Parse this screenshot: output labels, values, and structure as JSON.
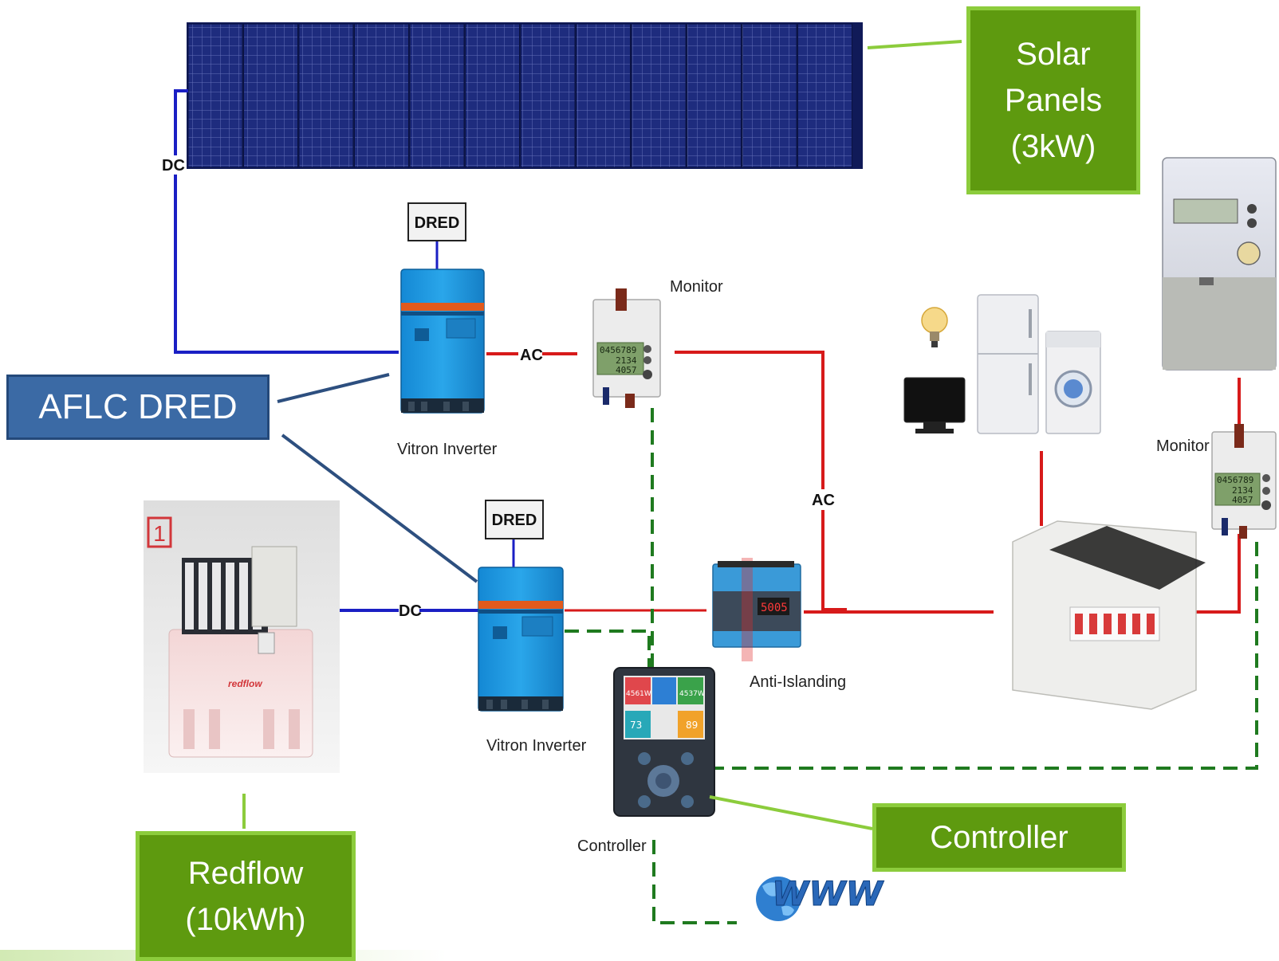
{
  "callouts": {
    "solar": "Solar\nPanels\n(3kW)",
    "afclc": "AFLC DRED",
    "redflow": "Redflow\n(10kWh)",
    "controller": "Controller"
  },
  "labels": {
    "dc_top": "DC",
    "dc_mid": "DC",
    "ac_inverter": "AC",
    "ac_mid": "AC",
    "dred_1": "DRED",
    "dred_2": "DRED",
    "monitor_1": "Monitor",
    "monitor_2": "Monitor",
    "inverter_1": "Vitron Inverter",
    "inverter_2": "Vitron Inverter",
    "anti_islanding": "Anti-Islanding",
    "controller_small": "Controller",
    "battery_number": "1",
    "battery_brand": "redflow",
    "www": "WWW",
    "controller_screen": [
      "4561W",
      "4537W",
      "73",
      "89"
    ],
    "meter_digits": [
      "0456789",
      "2134",
      "4057"
    ]
  },
  "colors": {
    "dc_wire": "#1a1fc4",
    "ac_wire": "#d71a1a",
    "data_wire": "#1f7a1f",
    "callout_green": "#5e9a0f",
    "callout_blue": "#3b6aa5",
    "inverter_blue": "#1f9be0",
    "panel_blue": "#1c2a7a"
  }
}
